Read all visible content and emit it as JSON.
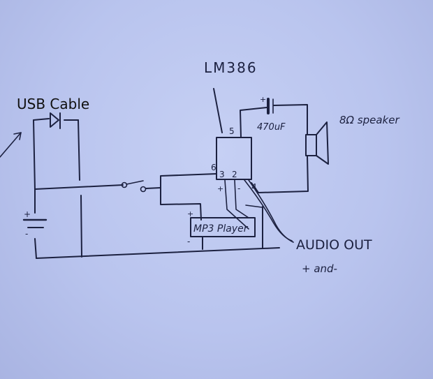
{
  "diagram": {
    "title": "LM386 MP3 player amplifier circuit",
    "labels": {
      "usb_cable": "USB Cable",
      "ic": "LM386",
      "capacitor": "470uF",
      "capacitor_polarity": "+",
      "speaker": "8Ω speaker",
      "mp3_player": "MP3 Player",
      "audio_out": "AUDIO OUT",
      "audio_out_sub": "+ and-",
      "battery_plus": "+",
      "battery_minus": "-",
      "mp3_plus": "+",
      "mp3_minus": "-",
      "input_plus": "+",
      "input_minus": "-"
    },
    "pins": {
      "pin5": "5",
      "pin6": "6",
      "pin3": "3",
      "pin2": "2",
      "pin4": "4"
    },
    "components": [
      "USB cable",
      "diode",
      "battery",
      "switch",
      "LM386",
      "470uF capacitor",
      "8Ω speaker",
      "MP3 player"
    ]
  }
}
